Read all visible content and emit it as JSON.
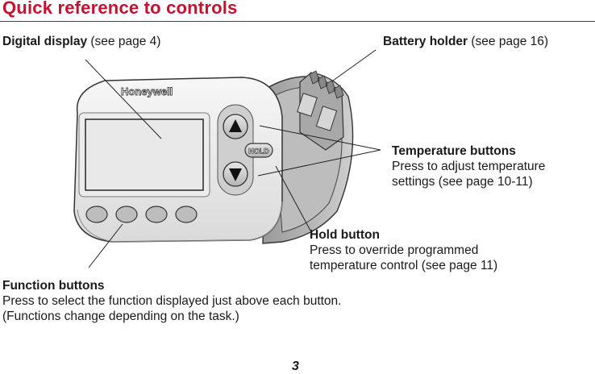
{
  "page": {
    "title": "Quick reference to controls",
    "page_number": "3"
  },
  "labels": {
    "digital_display": {
      "name": "Digital display",
      "ref": " (see page 4)"
    },
    "battery_holder": {
      "name": "Battery holder",
      "ref": " (see page 16)"
    },
    "temperature_buttons": {
      "name": "Temperature buttons",
      "line1": "Press to adjust temperature",
      "line2": "settings (see page 10-11)"
    },
    "hold_button": {
      "name": "Hold button",
      "line1": "Press to override programmed",
      "line2": "temperature control (see page 11)"
    },
    "function_buttons": {
      "name": "Function buttons",
      "line1": "Press to select the function displayed just above each button.",
      "line2": "(Functions change depending on the task.)"
    }
  },
  "device": {
    "brand": "Honeywell",
    "hold_label": "HOLD",
    "up_icon": "triangle-up-icon",
    "down_icon": "triangle-down-icon"
  }
}
